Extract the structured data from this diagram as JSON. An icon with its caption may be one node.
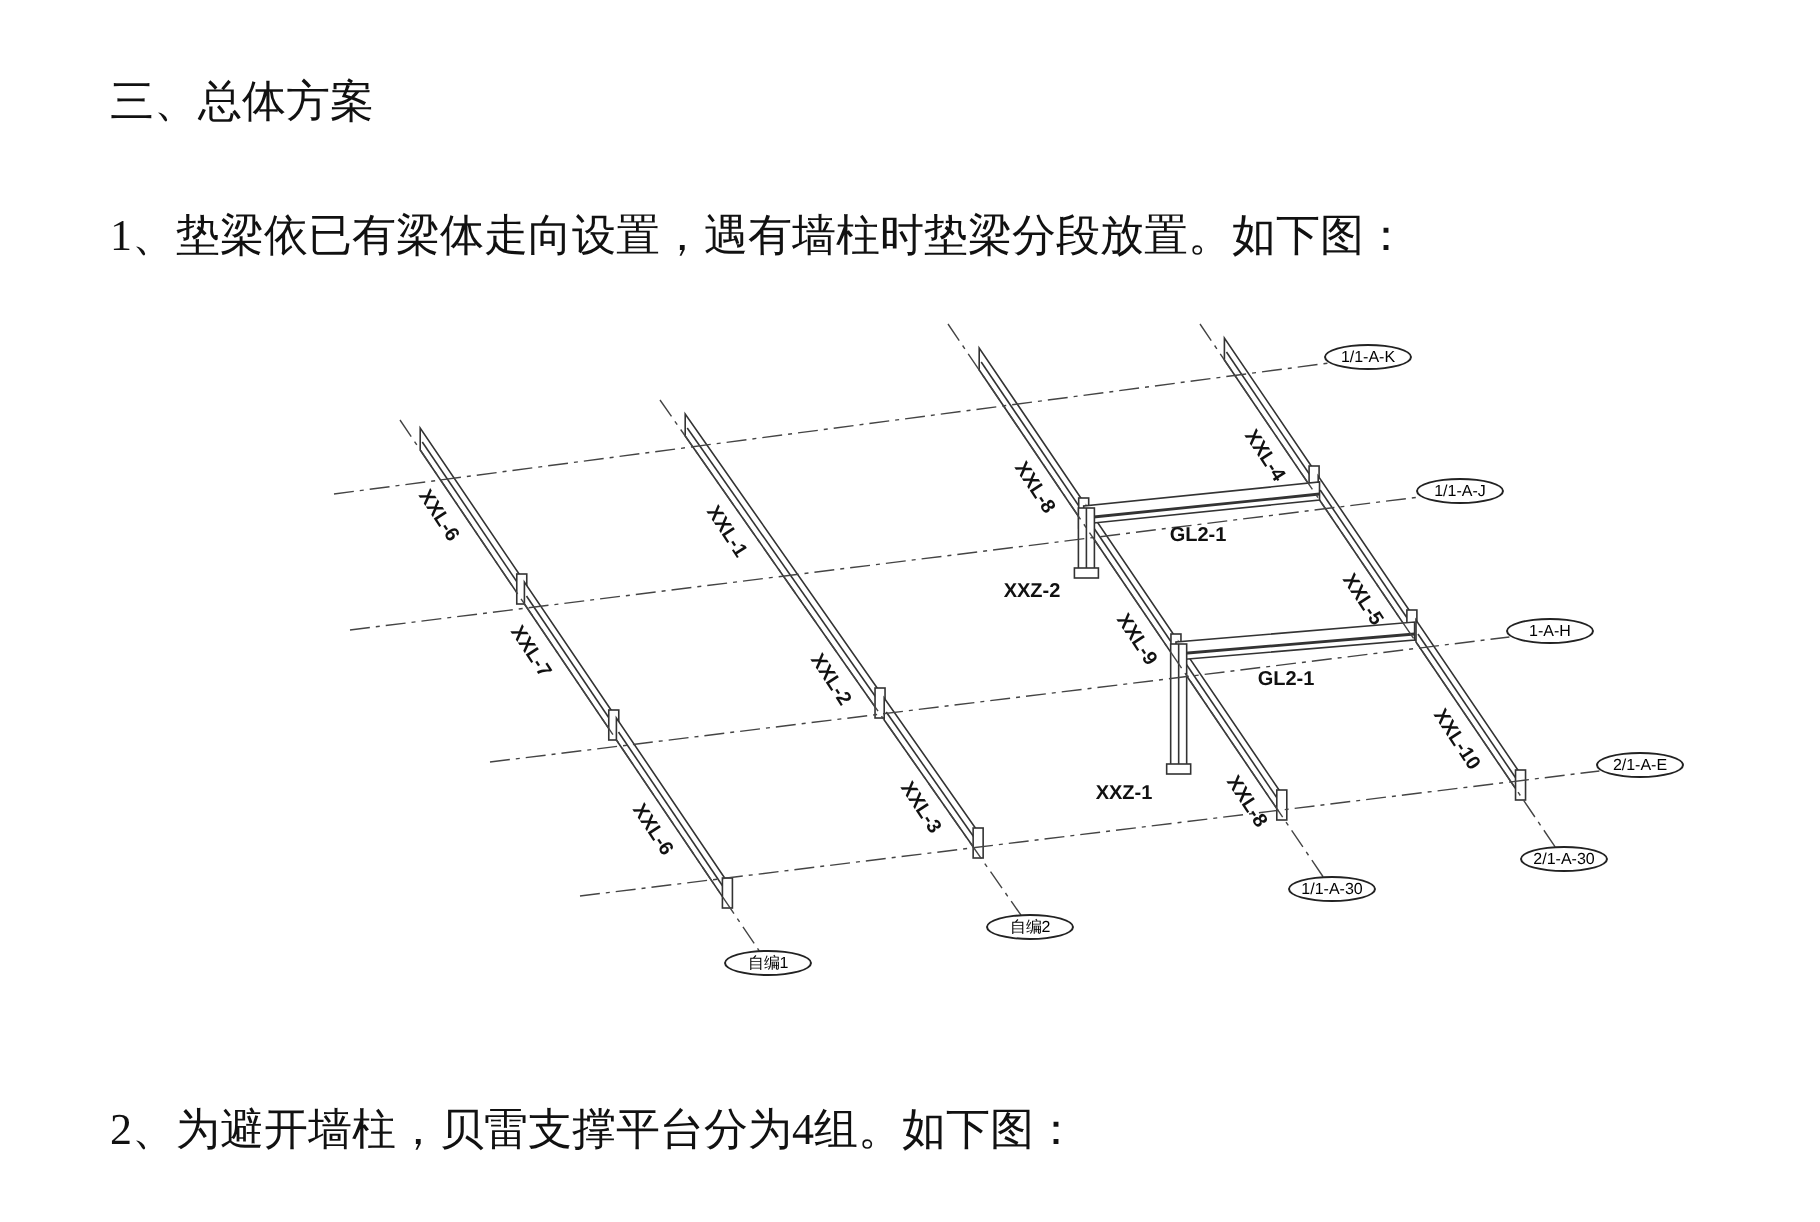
{
  "diagram": {
    "title": "三、总体方案",
    "nodes": [
      {
        "text": [
          "1/1-A-K"
        ]
      },
      {
        "text": [
          "1/1-A-J"
        ]
      },
      {
        "text": [
          "1-A-H"
        ]
      },
      {
        "text": [
          "2/1-A-E"
        ]
      },
      {
        "text": [
          "2/1-A-30"
        ]
      },
      {
        "text": [
          "1/1-A-30"
        ]
      },
      {
        "text": [
          "自编2"
        ]
      },
      {
        "text": [
          "自编1"
        ]
      }
    ],
    "edges": [
      {
        "from": null,
        "to": 0,
        "arrow": "none"
      },
      {
        "from": null,
        "to": 1,
        "arrow": "none"
      },
      {
        "from": null,
        "to": 2,
        "arrow": "none"
      },
      {
        "from": null,
        "to": 3,
        "arrow": "none"
      },
      {
        "from": null,
        "to": 4,
        "arrow": "none"
      },
      {
        "from": null,
        "to": 5,
        "arrow": "none"
      },
      {
        "from": null,
        "to": 6,
        "arrow": "none"
      },
      {
        "from": null,
        "to": 7,
        "arrow": "none"
      }
    ],
    "labels": [
      "1、垫梁依已有梁体走向设置，遇有墙柱时垫梁分段放置。如下图：",
      "XXL-6",
      "XXL-7",
      "XXL-6",
      "XXL-1",
      "XXL-2",
      "XXL-3",
      "XXL-8",
      "XXZ-2",
      "XXL-9",
      "XXZ-1",
      "XXL-8",
      "XXL-4",
      "GL2-1",
      "XXL-5",
      "GL2-1",
      "XXL-10",
      "2、为避开墙柱，贝雷支撑平台分为4组。如下图："
    ]
  }
}
